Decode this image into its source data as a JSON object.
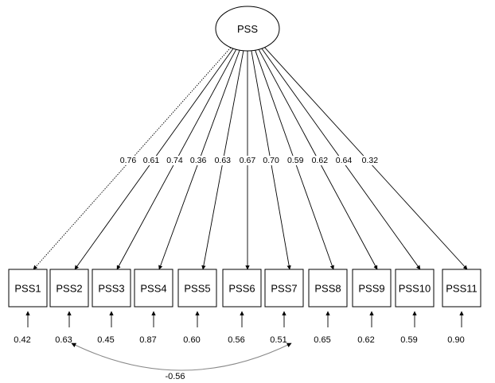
{
  "latent": {
    "label": "PSS"
  },
  "indicators": [
    {
      "label": "PSS1",
      "loading": "0.76",
      "error": "0.42",
      "dotted": true
    },
    {
      "label": "PSS2",
      "loading": "0.61",
      "error": "0.63"
    },
    {
      "label": "PSS3",
      "loading": "0.74",
      "error": "0.45"
    },
    {
      "label": "PSS4",
      "loading": "0.36",
      "error": "0.87"
    },
    {
      "label": "PSS5",
      "loading": "0.63",
      "error": "0.60"
    },
    {
      "label": "PSS6",
      "loading": "0.67",
      "error": "0.56"
    },
    {
      "label": "PSS7",
      "loading": "0.70",
      "error": "0.51"
    },
    {
      "label": "PSS8",
      "loading": "0.59",
      "error": "0.65"
    },
    {
      "label": "PSS9",
      "loading": "0.62",
      "error": "0.62"
    },
    {
      "label": "PSS10",
      "loading": "0.64",
      "error": "0.59"
    },
    {
      "label": "PSS11",
      "loading": "0.32",
      "error": "0.90"
    }
  ],
  "error_correlation": {
    "between": [
      "PSS2",
      "PSS7"
    ],
    "value": "-0.56"
  }
}
